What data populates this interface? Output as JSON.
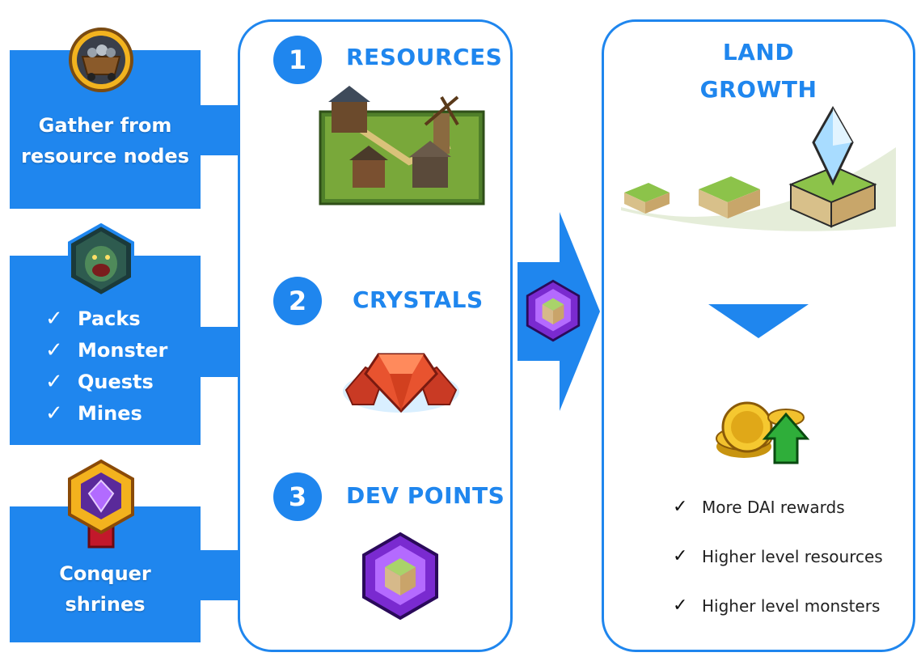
{
  "left": {
    "gather_line1": "Gather from",
    "gather_line2": "resource nodes",
    "activities": [
      "Packs",
      "Monster",
      "Quests",
      "Mines"
    ],
    "check_glyph": "✓",
    "conquer_line1": "Conquer",
    "conquer_line2": "shrines"
  },
  "middle": {
    "steps": [
      {
        "number": "1",
        "label": "RESOURCES"
      },
      {
        "number": "2",
        "label": "CRYSTALS"
      },
      {
        "number": "3",
        "label": "DEV POINTS"
      }
    ]
  },
  "right": {
    "title_line1": "LAND",
    "title_line2": "GROWTH",
    "rewards": [
      "More DAI rewards",
      "Higher level resources",
      "Higher level monsters"
    ],
    "check_glyph": "✓"
  },
  "colors": {
    "accent_blue": "#1f86ee",
    "crystal_red": "#e0452a",
    "dev_purple": "#8a2be2",
    "gold": "#f2c12e"
  },
  "icons": [
    "mine-cart-icon",
    "monster-badge-icon",
    "shrine-gem-icon",
    "resource-island-icon",
    "crystal-icon",
    "dev-point-cube-icon",
    "land-tiles-icon",
    "gold-coins-icon",
    "down-triangle-icon"
  ]
}
